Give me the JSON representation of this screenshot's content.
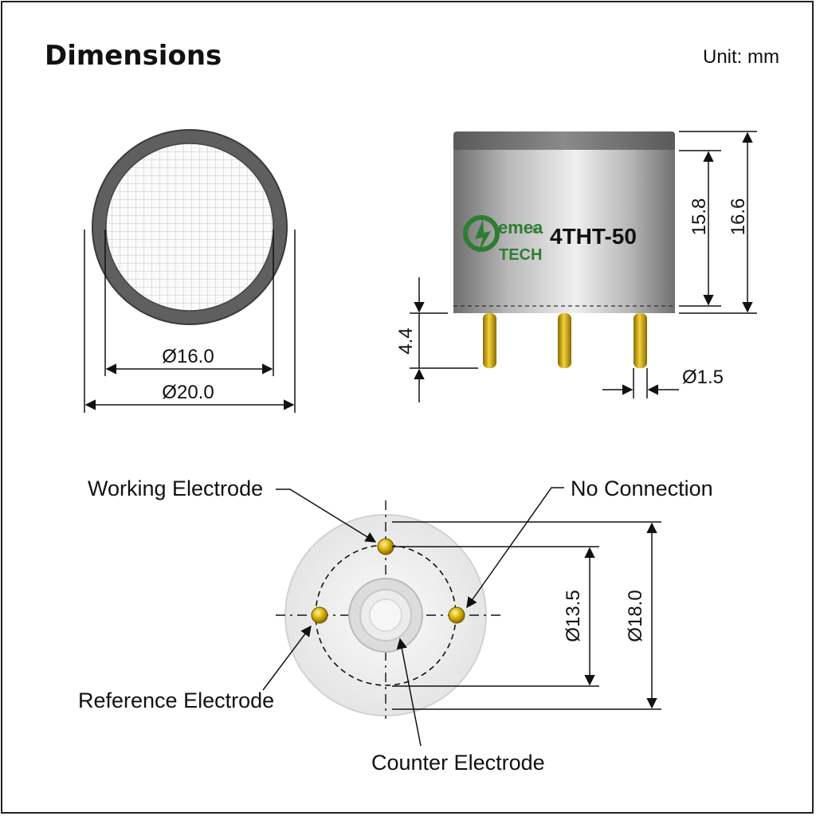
{
  "header": {
    "title": "Dimensions",
    "unit": "Unit: mm"
  },
  "top_view": {
    "inner_diameter": "Ø16.0",
    "outer_diameter": "Ø20.0"
  },
  "side_view": {
    "brand_line1": "emea",
    "brand_line2": "TECH",
    "registered": "®",
    "model": "4THT-50",
    "body_height": "15.8",
    "total_height": "16.6",
    "pin_length": "4.4",
    "pin_diameter": "Ø1.5"
  },
  "bottom_view": {
    "pin_circle_diameter": "Ø13.5",
    "base_diameter": "Ø18.0",
    "labels": {
      "working": "Working Electrode",
      "no_connection": "No Connection",
      "reference": "Reference Electrode",
      "counter": "Counter Electrode"
    }
  },
  "colors": {
    "ring": "#5f5f5f",
    "pin_gold": "#d9b200",
    "logo_green": "#2e7d32"
  }
}
